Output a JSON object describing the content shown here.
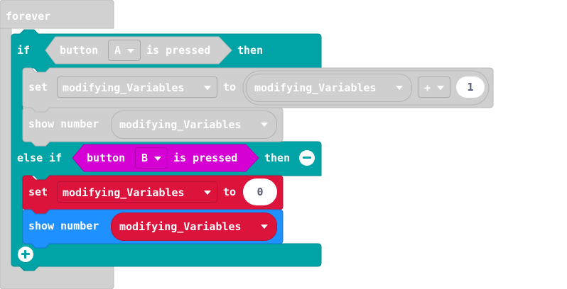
{
  "forever_block": {
    "label": "forever"
  },
  "if_block": {
    "if_label": "if",
    "then_label": "then",
    "else_if_label": "else if",
    "then2_label": "then"
  },
  "condition_a": {
    "prefix": "button",
    "button_value": "A",
    "suffix": "is pressed"
  },
  "set_block_1": {
    "set_label": "set",
    "variable": "modifying_Variables",
    "to_label": "to",
    "operand_variable": "modifying_Variables",
    "operator": "+",
    "operand_number": "1"
  },
  "show_block_1": {
    "label": "show number",
    "variable": "modifying_Variables"
  },
  "condition_b": {
    "prefix": "button",
    "button_value": "B",
    "suffix": "is pressed"
  },
  "set_block_2": {
    "set_label": "set",
    "variable": "modifying_Variables",
    "to_label": "to",
    "value": "0"
  },
  "show_block_2": {
    "label": "show number",
    "variable": "modifying_Variables"
  },
  "colors": {
    "loops_gray": "#d1d1d1",
    "logic_teal": "#00a4a6",
    "input_magenta": "#d400d4",
    "variables_red": "#dc143c",
    "basic_blue": "#1e90ff",
    "disabled_gray": "#cfcfcf"
  }
}
